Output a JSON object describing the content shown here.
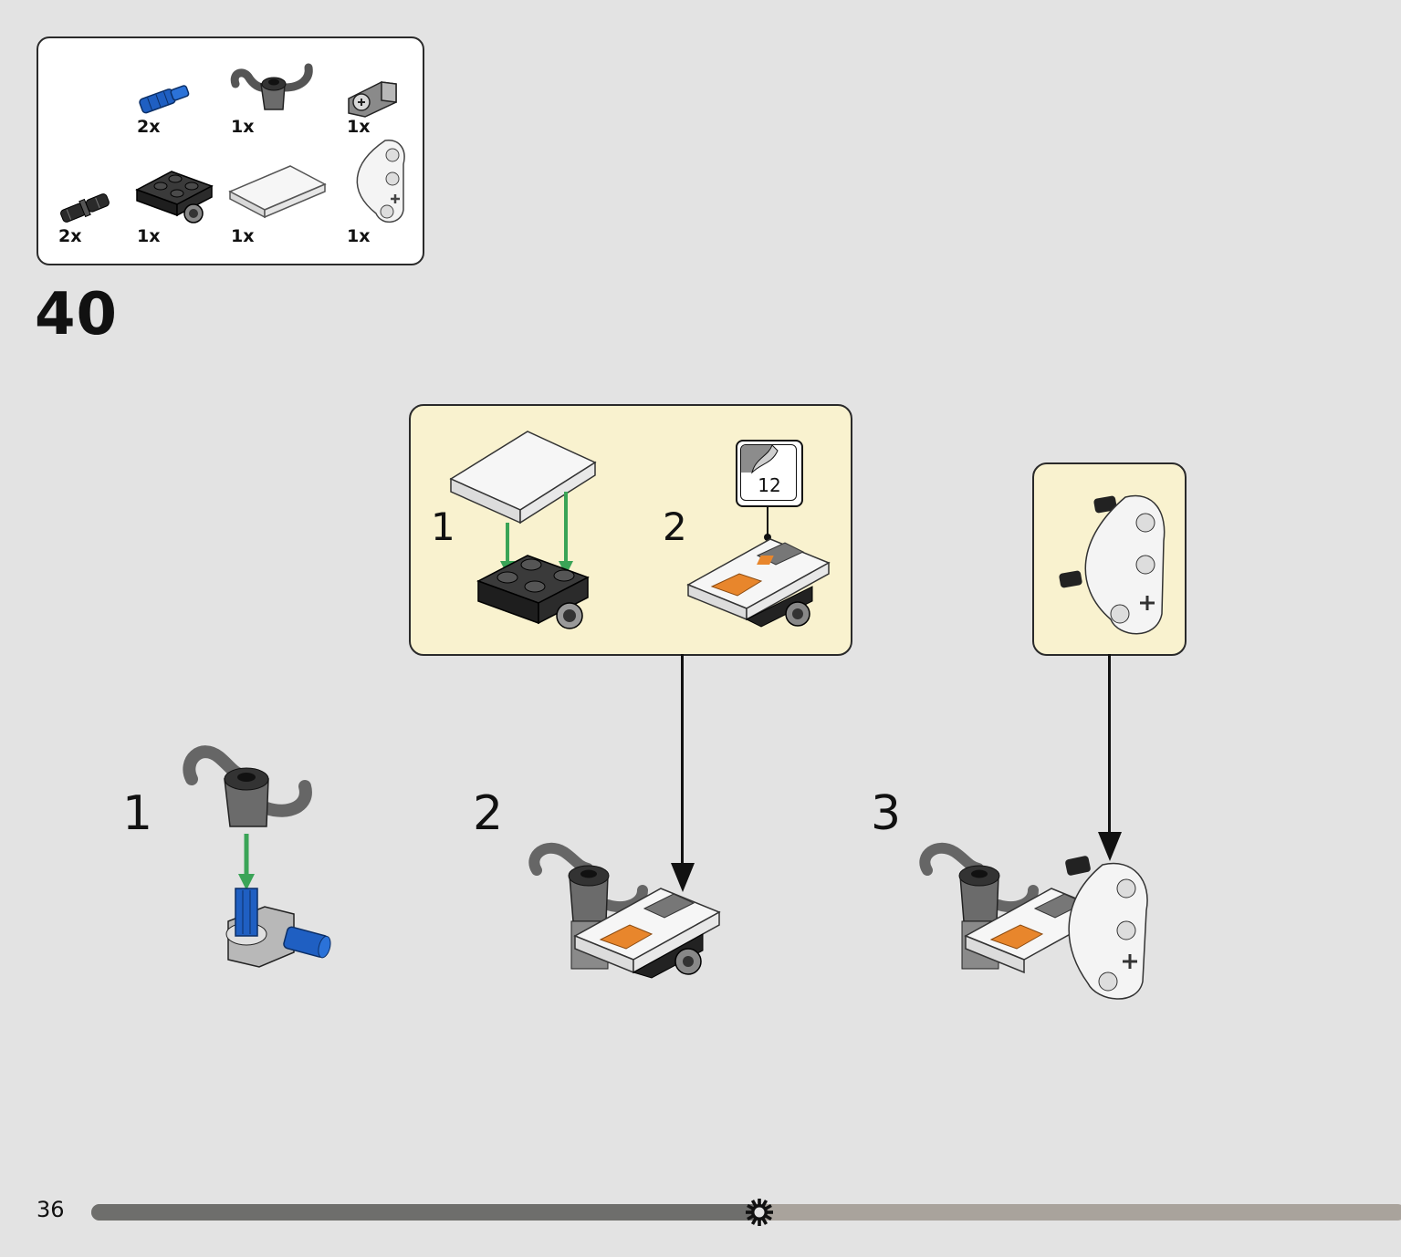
{
  "parts_list": {
    "items": [
      {
        "name": "blue-axle-pin",
        "qty": "2x"
      },
      {
        "name": "gray-handlebar-connector",
        "qty": "1x"
      },
      {
        "name": "gray-cross-block",
        "qty": "1x"
      },
      {
        "name": "black-friction-pin",
        "qty": "2x"
      },
      {
        "name": "black-plate-2x2",
        "qty": "1x"
      },
      {
        "name": "white-tile",
        "qty": "1x"
      },
      {
        "name": "white-curved-beam",
        "qty": "1x"
      }
    ]
  },
  "step": {
    "number": "40",
    "substeps": [
      "1",
      "2",
      "3"
    ]
  },
  "callout": {
    "substeps": [
      "1",
      "2"
    ],
    "sticker_number": "12"
  },
  "colors": {
    "background": "#e3e3e3",
    "callout": "#f9f2cf",
    "arrow_green": "#3aa457",
    "brick_blue": "#1f5fc2",
    "sticker_orange": "#e8862c"
  },
  "footer": {
    "page_number": "36",
    "progress_fraction": 0.51,
    "progress_icon": "gear-icon"
  }
}
